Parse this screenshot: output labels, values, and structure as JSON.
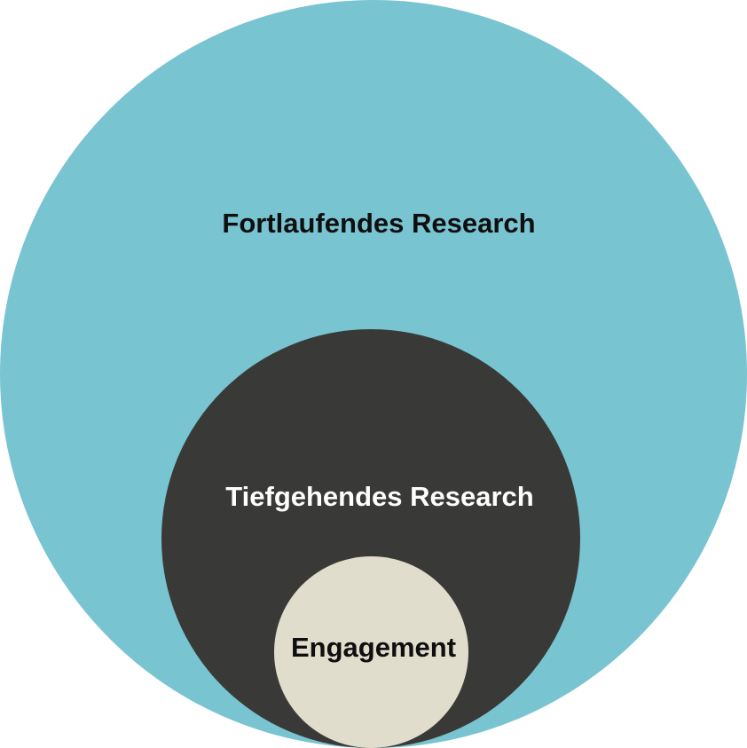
{
  "diagram": {
    "layers": [
      {
        "label": "Fortlaufendes Research",
        "color": "#79C4D1",
        "text_color": "#0F0F0F"
      },
      {
        "label": "Tiefgehendes Research",
        "color": "#393A37",
        "text_color": "#FFFFFF"
      },
      {
        "label": "Engagement",
        "color": "#E1DDCC",
        "text_color": "#0F0F0F"
      }
    ]
  }
}
